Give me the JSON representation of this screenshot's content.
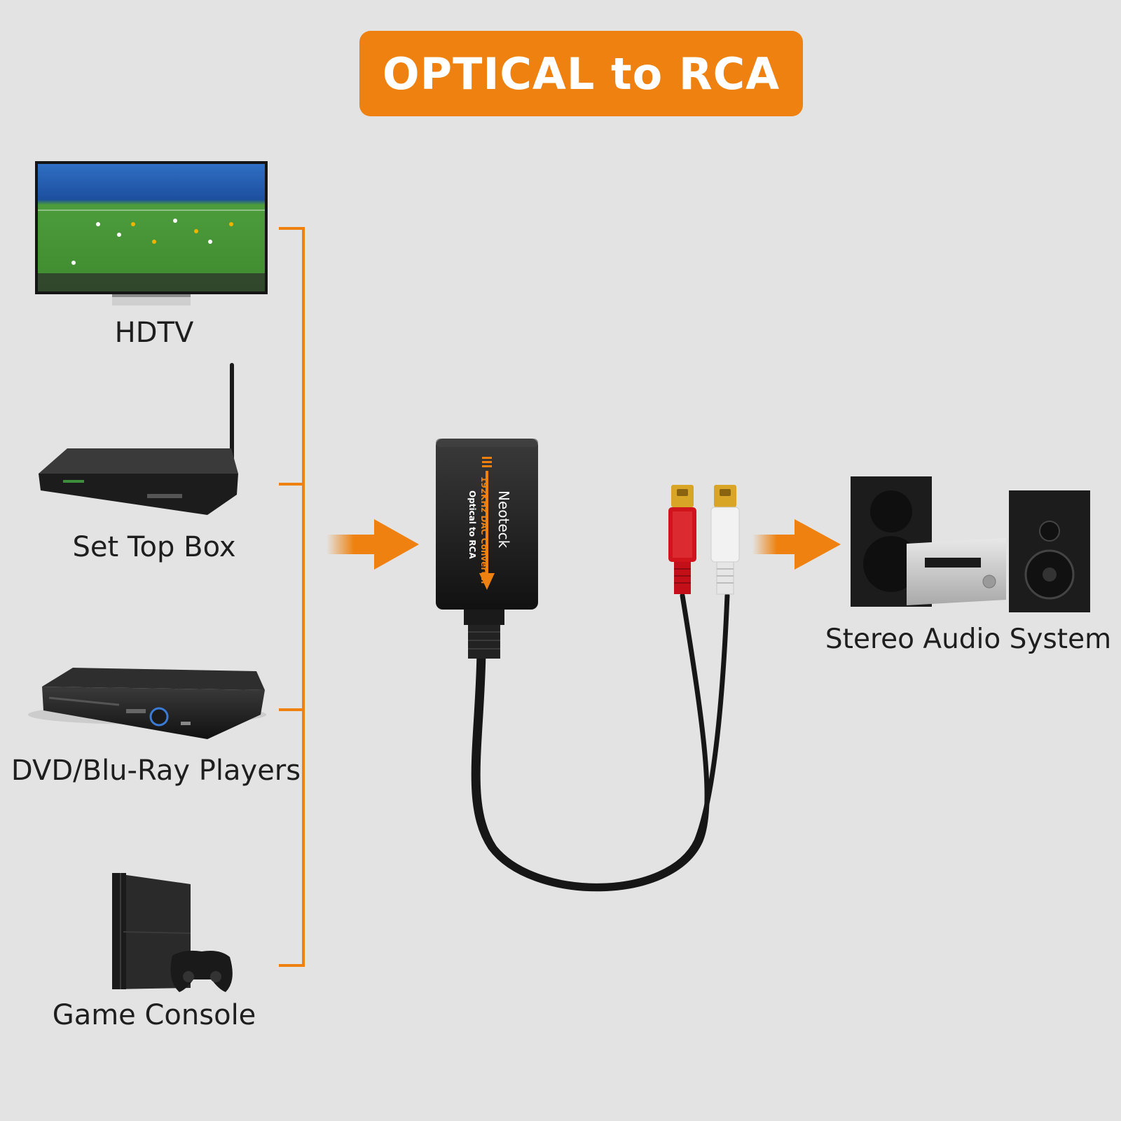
{
  "title": "OPTICAL to RCA",
  "colors": {
    "background": "#e3e3e3",
    "accent_orange": "#ee810f",
    "label_text": "#1e1e1e",
    "device_dark": "#1f1f1f",
    "rca_red": "#d0141c",
    "rca_white": "#f2f2f2",
    "rca_gold": "#d8a526"
  },
  "sources": [
    {
      "label": "HDTV",
      "icon": "tv-icon"
    },
    {
      "label": "Set Top Box",
      "icon": "set-top-box-icon"
    },
    {
      "label": "DVD/Blu-Ray Players",
      "icon": "dvd-player-icon"
    },
    {
      "label": "Game Console",
      "icon": "game-console-icon"
    }
  ],
  "converter": {
    "brand": "Neoteck",
    "model_text": "192KHz DAC Converter",
    "sub_text": "Optical to RCA"
  },
  "destination": {
    "label": "Stereo Audio System",
    "icon": "stereo-system-icon"
  }
}
